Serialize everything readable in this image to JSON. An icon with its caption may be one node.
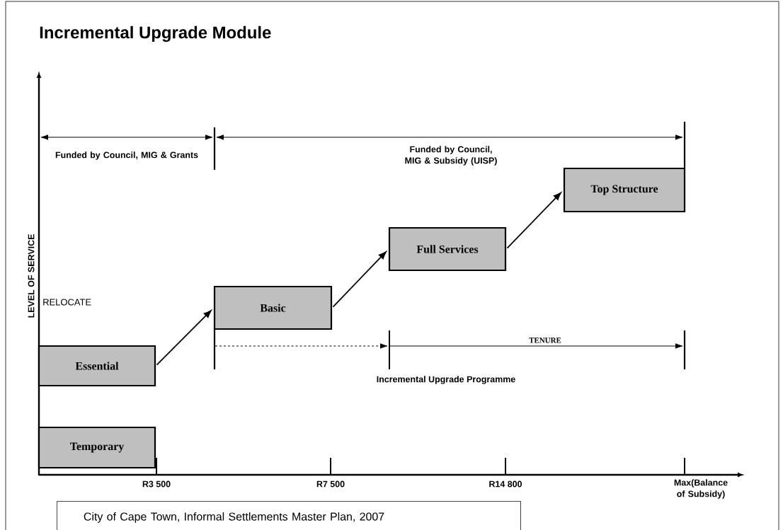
{
  "diagram": {
    "title": "Incremental Upgrade Module",
    "nodes": [
      {
        "text": [
          "Temporary"
        ]
      },
      {
        "text": [
          "Essential"
        ]
      },
      {
        "text": [
          "Basic"
        ]
      },
      {
        "text": [
          "Full Services"
        ]
      },
      {
        "text": [
          "Top Structure"
        ]
      },
      {
        "text": [
          "City of Cape Town, Informal Settlements Master Plan, 2007"
        ]
      }
    ],
    "edges": [
      {
        "from": 1,
        "to": 2,
        "arrow": "to"
      },
      {
        "from": 2,
        "to": 3,
        "arrow": "to"
      },
      {
        "from": 3,
        "to": 4,
        "arrow": "to"
      }
    ],
    "labels": [
      "Funded by Council, MIG & Grants",
      "Funded by Council, MIG & Subsidy (UISP)",
      "LEVEL OF SERVICE",
      "RELOCATE",
      "TENURE",
      "Incremental Upgrade Programme",
      "R3 500",
      "R7 500",
      "R14 800",
      "Max(Balance of Subsidy)"
    ]
  }
}
